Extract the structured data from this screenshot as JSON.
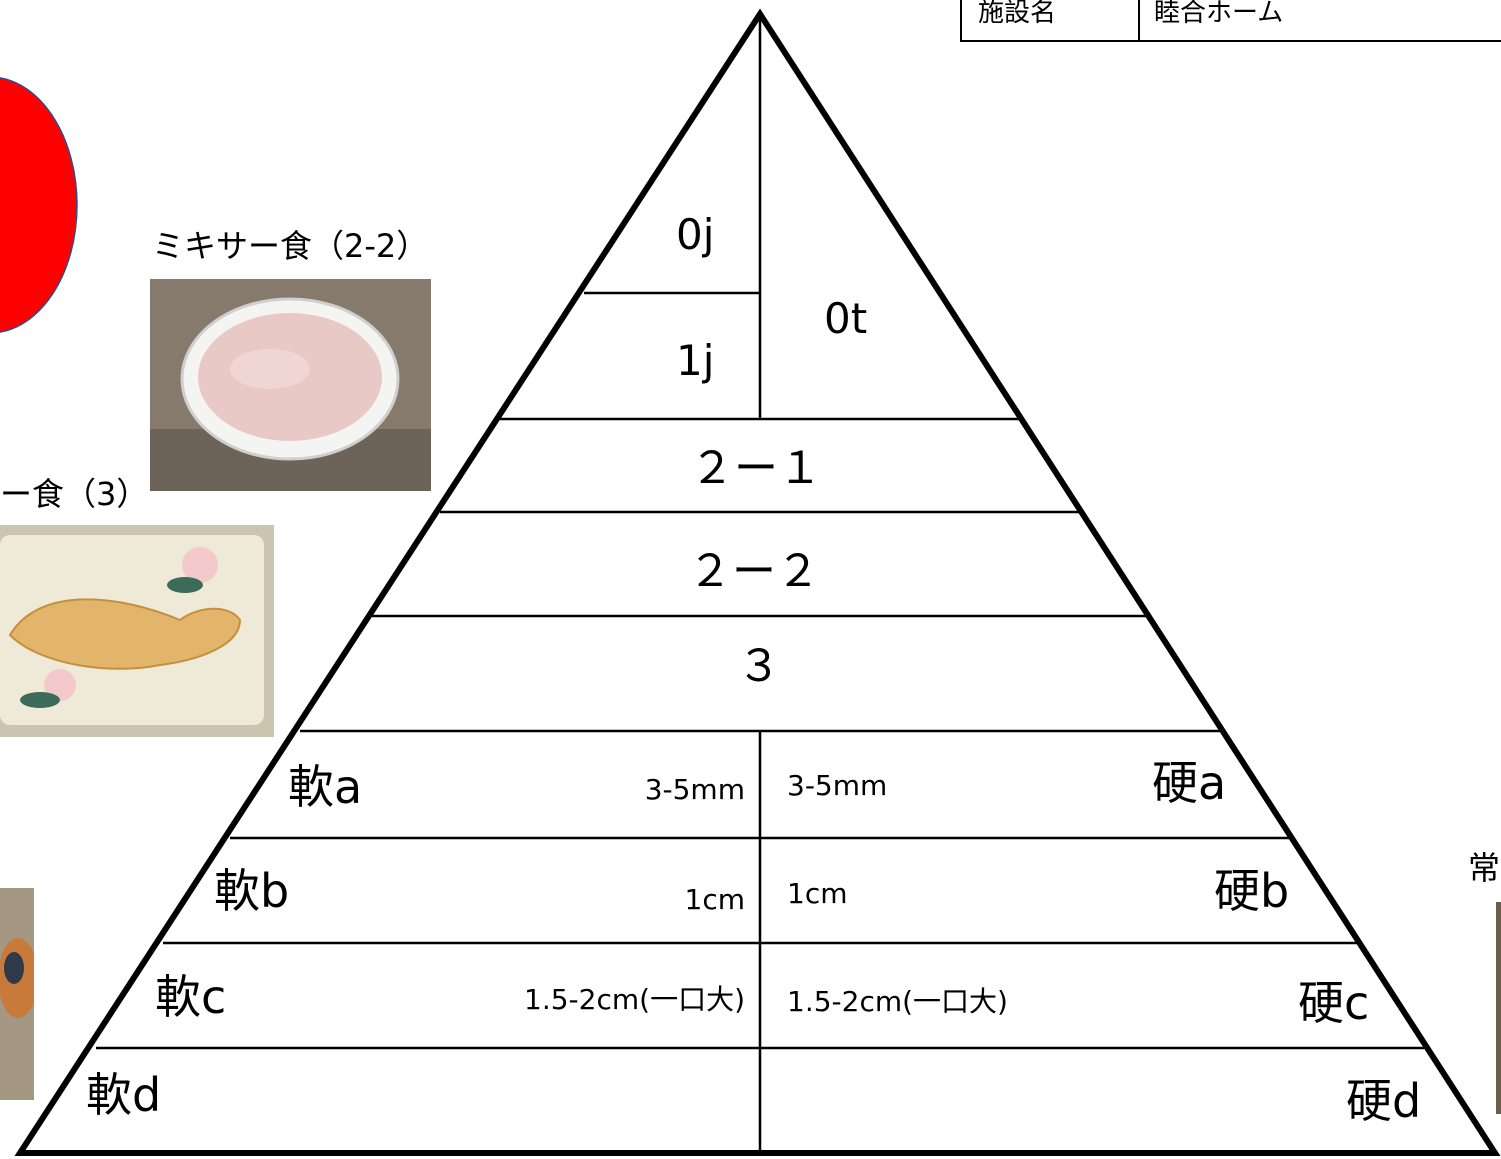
{
  "facility_table": {
    "header": "施設名",
    "value": "睦合ホーム"
  },
  "photos": {
    "mixer_2_2": {
      "caption": "ミキサー食（2-2）"
    },
    "mixer_3": {
      "caption": "ー食（3）"
    },
    "normal": {
      "caption": "常"
    }
  },
  "pyramid": {
    "top_left_upper": "0j",
    "top_left_lower": "1j",
    "top_right": "0t",
    "level_2_1": "２ー１",
    "level_2_2": "２ー２",
    "level_3": "３",
    "soft": [
      {
        "label": "軟a",
        "size": "3-5mm"
      },
      {
        "label": "軟b",
        "size": "1cm"
      },
      {
        "label": "軟c",
        "size": "1.5-2cm(一口大)"
      },
      {
        "label": "軟d",
        "size": ""
      }
    ],
    "hard": [
      {
        "label": "硬a",
        "size": "3-5mm"
      },
      {
        "label": "硬b",
        "size": "1cm"
      },
      {
        "label": "硬c",
        "size": "1.5-2cm(一口大)"
      },
      {
        "label": "硬d",
        "size": ""
      }
    ]
  },
  "colors": {
    "red_shape": "#ff0000",
    "red_shape_border": "#2f4d8c",
    "line": "#000000",
    "puree": "#e8c6c2",
    "dish_tray": "#e9e4d0",
    "fish": "#e2b56a"
  }
}
